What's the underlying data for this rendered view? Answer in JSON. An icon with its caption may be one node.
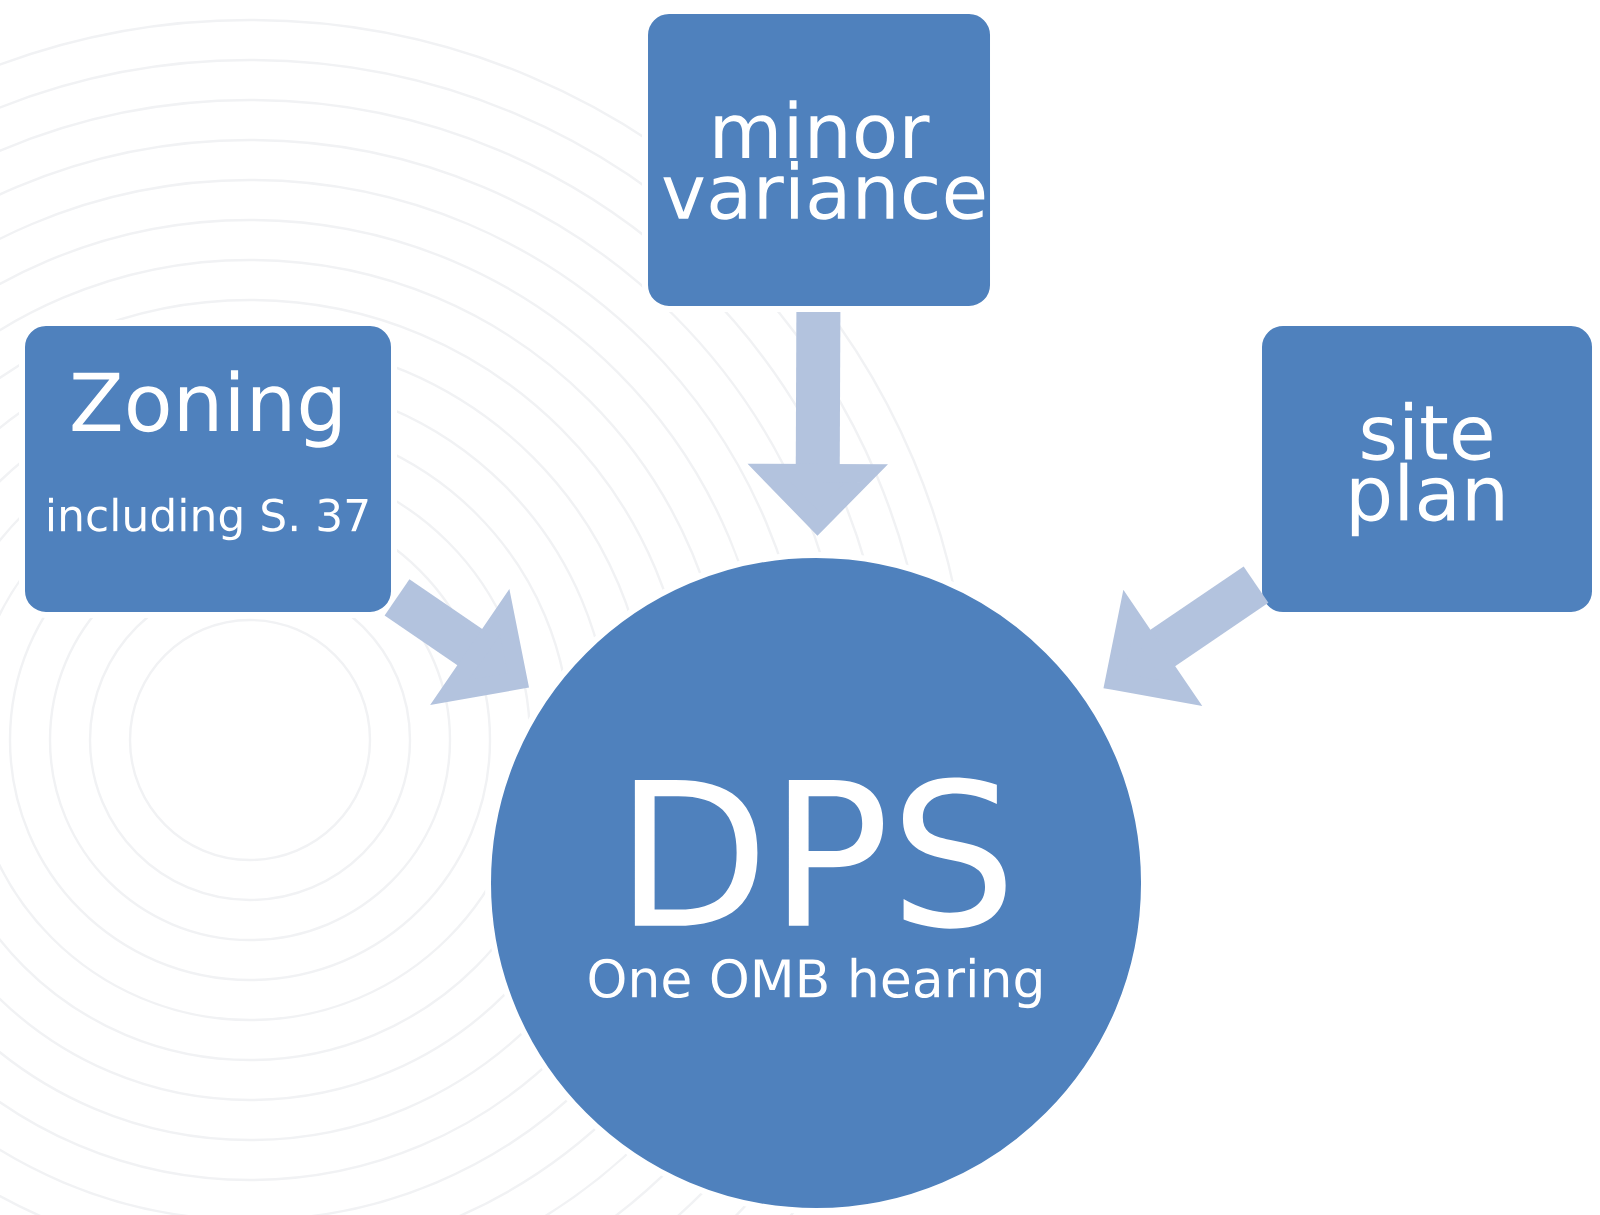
{
  "diagram": {
    "nodes": [
      {
        "text": [
          "Zoning",
          "including S. 37"
        ]
      },
      {
        "text": [
          "minor variance"
        ]
      },
      {
        "text": [
          "site plan"
        ]
      },
      {
        "text": [
          "DPS",
          "One OMB hearing"
        ]
      }
    ],
    "edges": [
      {
        "from": 0,
        "to": 3,
        "arrow": "to"
      },
      {
        "from": 1,
        "to": 3,
        "arrow": "to"
      },
      {
        "from": 2,
        "to": 3,
        "arrow": "to"
      }
    ]
  }
}
